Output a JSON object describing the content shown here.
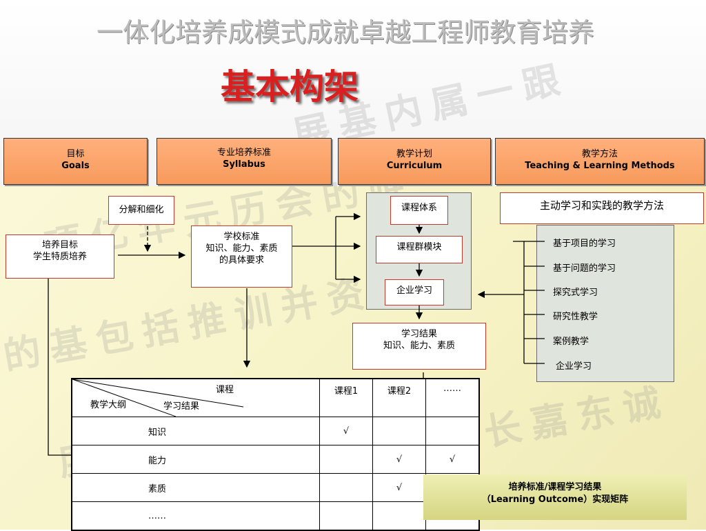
{
  "slogan": "一体化培养成模式成就卓越工程师教育培养",
  "title": "基本构架",
  "headers": [
    {
      "cn": "目标",
      "en": "Goals"
    },
    {
      "cn": "专业培养标准",
      "en": "Syllabus"
    },
    {
      "cn": "教学计划",
      "en": "Curriculum"
    },
    {
      "cn": "教学方法",
      "en": "Teaching & Learning Methods"
    }
  ],
  "goals_box": {
    "line1": "培养目标",
    "line2": "学生特质培养"
  },
  "decompose_label": "分解和细化",
  "school_standard": {
    "line1": "学校标准",
    "line2": "知识、能力、素质",
    "line3": "的具体要求"
  },
  "curriculum_items": {
    "system": "课程体系",
    "group": "课程群模块",
    "enterprise": "企业学习"
  },
  "learning_outcome": {
    "line1": "学习结果",
    "line2": "知识、能力、素质"
  },
  "methods_title": "主动学习和实践的教学方法",
  "methods": [
    "基于项目的学习",
    "基于问题的学习",
    "探究式学习",
    "研究性教学",
    "案例教学",
    "企业学习"
  ],
  "matrix": {
    "corner_course": "课程",
    "corner_outline": "教学大纲",
    "corner_outcome": "学习结果",
    "columns": [
      "课程1",
      "课程2",
      "……"
    ],
    "rows": [
      {
        "label": "知识",
        "cells": [
          "√",
          "",
          ""
        ]
      },
      {
        "label": "能力",
        "cells": [
          "",
          "√",
          "√"
        ]
      },
      {
        "label": "素质",
        "cells": [
          "",
          "√",
          ""
        ]
      },
      {
        "label": "……",
        "cells": [
          "",
          "",
          ""
        ]
      }
    ]
  },
  "matrix_caption": {
    "line1": "培养标准/课程学习结果",
    "line2": "（Learning Outcome）实现矩阵"
  }
}
